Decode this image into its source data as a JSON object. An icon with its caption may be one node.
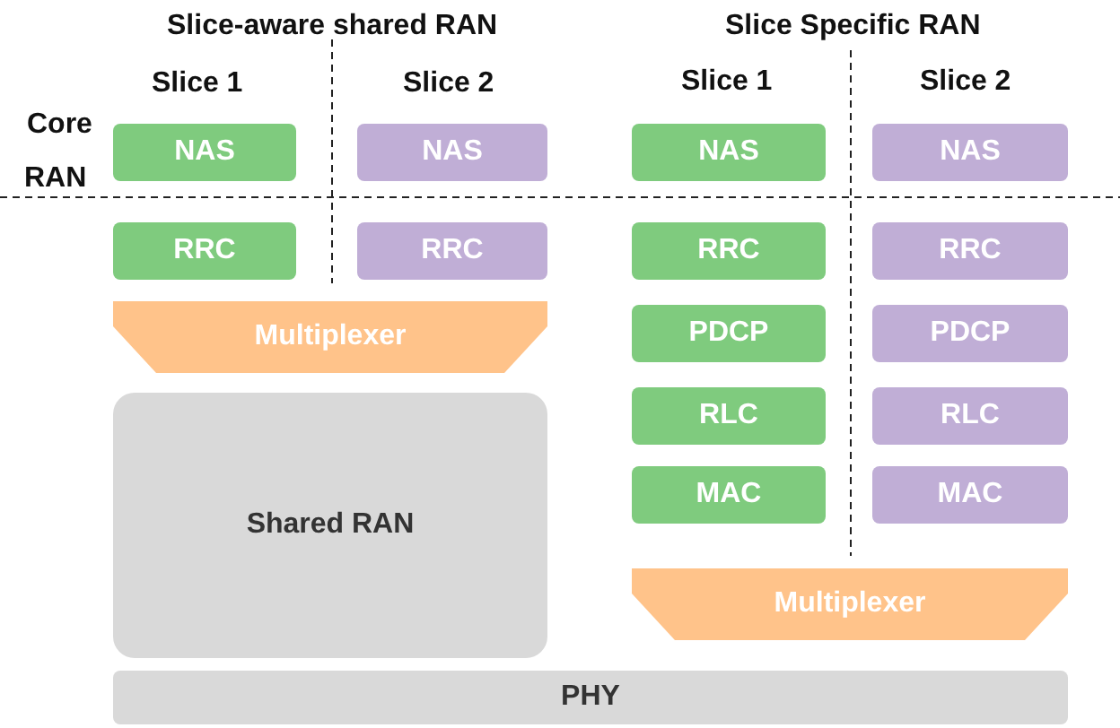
{
  "diagram": {
    "nodes": [
      {
        "text": [
          "NAS"
        ]
      },
      {
        "text": [
          "NAS"
        ]
      },
      {
        "text": [
          "NAS"
        ]
      },
      {
        "text": [
          "NAS"
        ]
      },
      {
        "text": [
          "RRC"
        ]
      },
      {
        "text": [
          "RRC"
        ]
      },
      {
        "text": [
          "RRC"
        ]
      },
      {
        "text": [
          "RRC"
        ]
      },
      {
        "text": [
          "Multiplexer"
        ]
      },
      {
        "text": [
          "PDCP"
        ]
      },
      {
        "text": [
          "PDCP"
        ]
      },
      {
        "text": [
          "Shared RAN"
        ]
      },
      {
        "text": [
          "RLC"
        ]
      },
      {
        "text": [
          "RLC"
        ]
      },
      {
        "text": [
          "MAC"
        ]
      },
      {
        "text": [
          "MAC"
        ]
      },
      {
        "text": [
          "Multiplexer"
        ]
      },
      {
        "text": [
          "PHY"
        ]
      }
    ],
    "labels": [
      "Slice-aware shared RAN",
      "Slice Specific RAN",
      "Slice 1",
      "Slice 2",
      "Slice 1",
      "Slice 2",
      "Core",
      "RAN"
    ]
  }
}
